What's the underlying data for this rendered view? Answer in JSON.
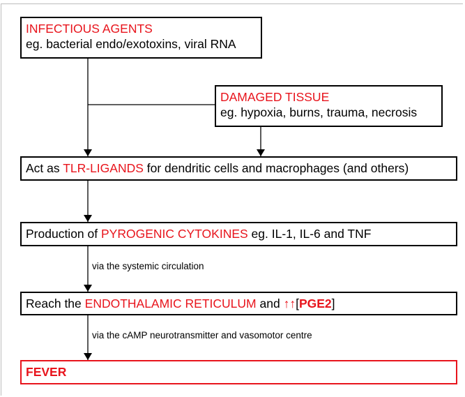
{
  "infectious": {
    "heading": "INFECTIOUS AGENTS",
    "examples": "eg. bacterial endo/exotoxins, viral RNA"
  },
  "damaged": {
    "heading": "DAMAGED TISSUE",
    "examples": "eg. hypoxia, burns, trauma, necrosis"
  },
  "tlr": {
    "prefix": "Act as ",
    "highlight": "TLR-LIGANDS",
    "suffix": " for dendritic cells and macrophages (and others)"
  },
  "cytokines": {
    "prefix": "Production of ",
    "highlight": "PYROGENIC CYTOKINES",
    "suffix": " eg. IL-1, IL-6 and TNF"
  },
  "note1": "via the systemic circulation",
  "reticulum": {
    "prefix": "Reach the ",
    "highlight": "ENDOTHALAMIC RETICULUM",
    "middle": " and ",
    "arrows": "↑↑",
    "bracket_open": "[",
    "pge": "PGE2",
    "bracket_close": "]"
  },
  "note2": "via the cAMP neurotransmitter and vasomotor centre",
  "fever": "FEVER",
  "colors": {
    "accent": "#e8141c",
    "line": "#000000"
  }
}
